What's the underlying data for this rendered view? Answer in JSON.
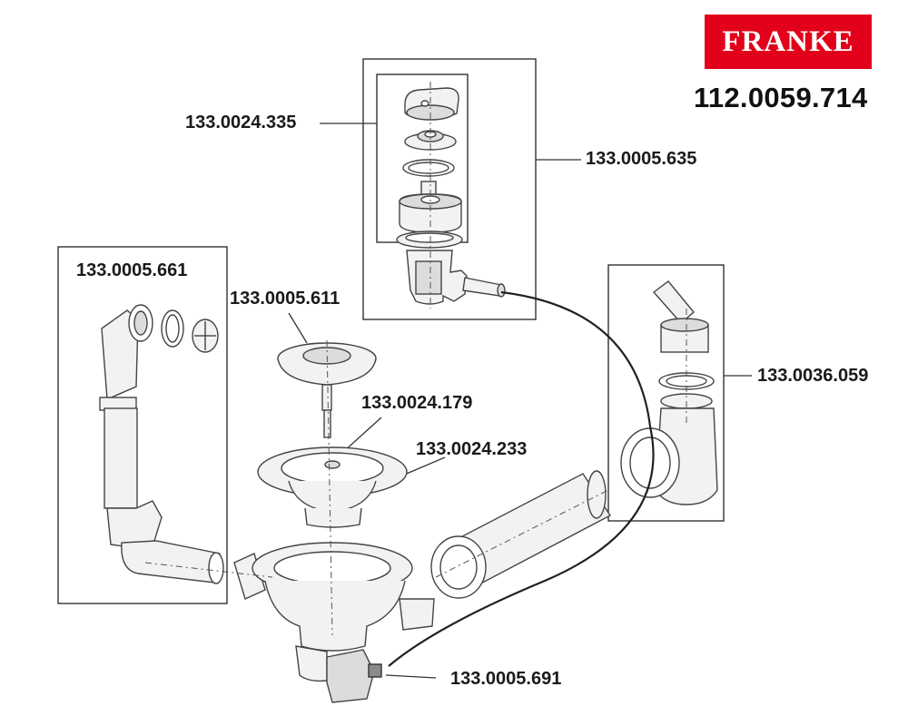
{
  "brand": {
    "logo_text": "FRANKE",
    "color": "#e2001a"
  },
  "model_number": "112.0059.714",
  "parts": [
    {
      "id": "p1",
      "label": "133.0024.335"
    },
    {
      "id": "p2",
      "label": "133.0005.635"
    },
    {
      "id": "p3",
      "label": "133.0005.661"
    },
    {
      "id": "p4",
      "label": "133.0005.611"
    },
    {
      "id": "p5",
      "label": "133.0024.179"
    },
    {
      "id": "p6",
      "label": "133.0024.233"
    },
    {
      "id": "p7",
      "label": "133.0036.059"
    },
    {
      "id": "p8",
      "label": "133.0005.691"
    }
  ]
}
